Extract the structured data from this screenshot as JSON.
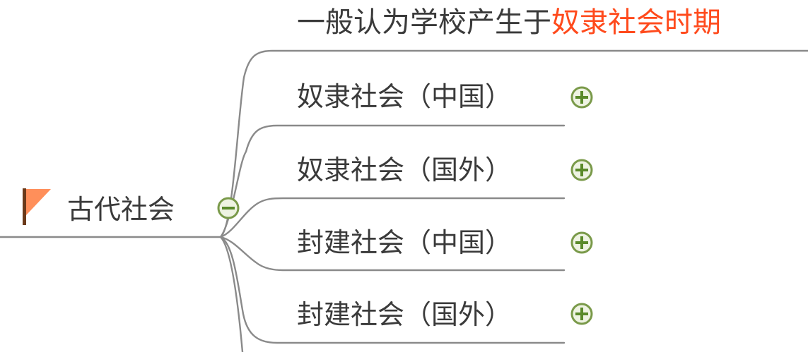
{
  "colors": {
    "text": "#3a3a3a",
    "highlight": "#ff4a1c",
    "connector": "#8a8a8a",
    "toggle_stroke": "#7a9a4a",
    "toggle_fill": "#eef3e2",
    "toggle_glyph": "#5a8a2a",
    "flag_pole": "#6b3a1a",
    "flag_cloth": "#ff8f5a"
  },
  "root": {
    "label": "古代社会",
    "marker_icon": "flag-icon",
    "toggle_icon": "collapse-minus-icon"
  },
  "summary": {
    "prefix": "一般认为学校产生于",
    "highlight": "奴隶社会时期"
  },
  "children": [
    {
      "label": "奴隶社会（中国）",
      "toggle_icon": "expand-plus-icon"
    },
    {
      "label": "奴隶社会（国外）",
      "toggle_icon": "expand-plus-icon"
    },
    {
      "label": "封建社会（中国）",
      "toggle_icon": "expand-plus-icon"
    },
    {
      "label": "封建社会（国外）",
      "toggle_icon": "expand-plus-icon"
    }
  ]
}
